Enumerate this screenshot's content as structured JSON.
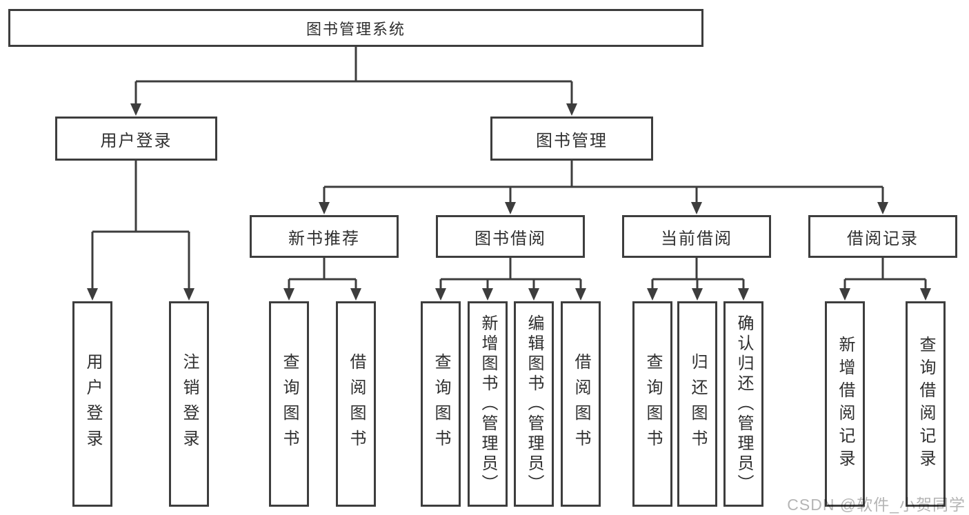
{
  "tree": {
    "root": {
      "label": "图书管理系统"
    },
    "branches": [
      {
        "label": "用户登录",
        "children": [
          {
            "label": "用户登录"
          },
          {
            "label": "注销登录"
          }
        ]
      },
      {
        "label": "图书管理",
        "children": [
          {
            "label": "新书推荐",
            "children": [
              {
                "label": "查询图书"
              },
              {
                "label": "借阅图书"
              }
            ]
          },
          {
            "label": "图书借阅",
            "children": [
              {
                "label": "查询图书"
              },
              {
                "label": "新增图书（管理员）"
              },
              {
                "label": "编辑图书（管理员）"
              },
              {
                "label": "借阅图书"
              }
            ]
          },
          {
            "label": "当前借阅",
            "children": [
              {
                "label": "查询图书"
              },
              {
                "label": "归还图书"
              },
              {
                "label": "确认归还（管理员）"
              }
            ]
          },
          {
            "label": "借阅记录",
            "children": [
              {
                "label": "新增借阅记录"
              },
              {
                "label": "查询借阅记录"
              }
            ]
          }
        ]
      }
    ]
  },
  "watermark": {
    "text": "CSDN @软件_小贺同学",
    "color": "#b5b5b5"
  },
  "colors": {
    "line": "#3d3d3d",
    "box_fill": "#ffffff",
    "text": "#2f2f2f"
  }
}
